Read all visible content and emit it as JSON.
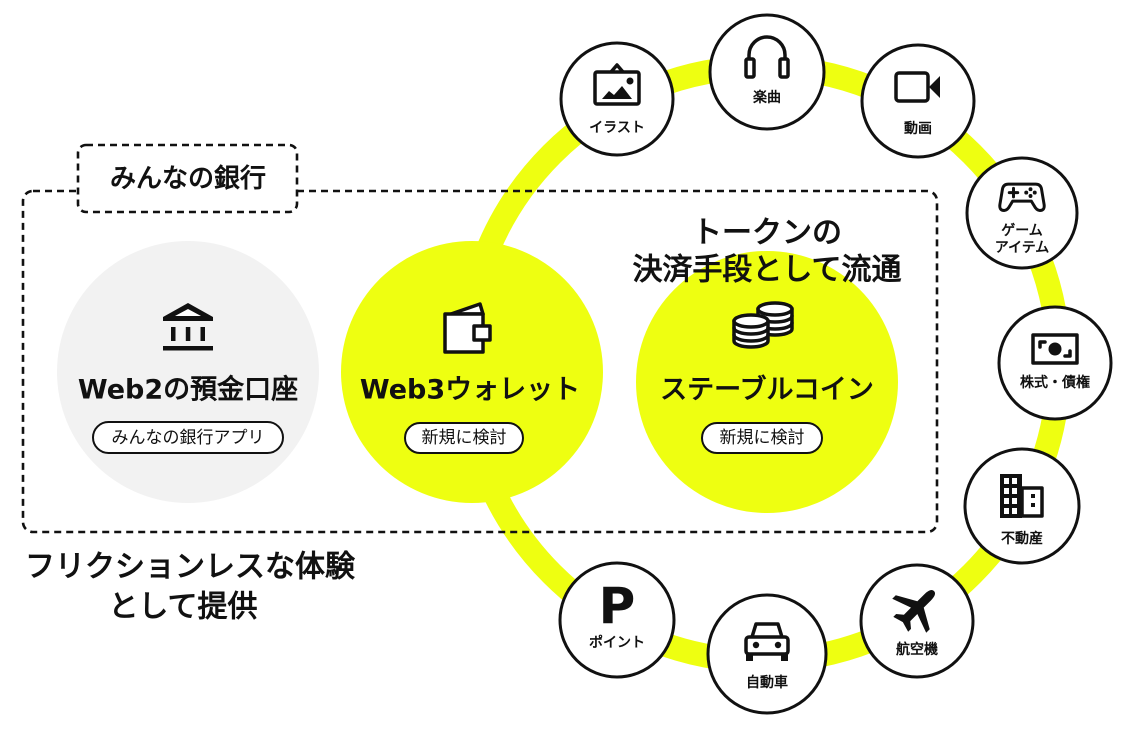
{
  "colors": {
    "accent": "#EEFF11",
    "web2_fill": "#F2F2F2",
    "ink": "#111111",
    "background": "#FFFFFF"
  },
  "bank_group": {
    "label": "みんなの銀行"
  },
  "title": {
    "line1": "トークンの",
    "line2": "決済手段として流通"
  },
  "footer": {
    "line1": "フリクションレスな体験",
    "line2": "として提供"
  },
  "nodes": [
    {
      "id": "web2",
      "icon": "bank-icon",
      "label": "Web2の預金口座",
      "badge": "みんなの銀行アプリ"
    },
    {
      "id": "web3",
      "icon": "wallet-icon",
      "label": "Web3ウォレット",
      "badge": "新規に検討"
    },
    {
      "id": "stablecoin",
      "icon": "coins-icon",
      "label": "ステーブルコイン",
      "badge": "新規に検討"
    }
  ],
  "ring_items": [
    {
      "icon": "picture-frame-icon",
      "label": "イラスト"
    },
    {
      "icon": "headphones-icon",
      "label": "楽曲"
    },
    {
      "icon": "video-camera-icon",
      "label": "動画"
    },
    {
      "icon": "gamepad-icon",
      "label_lines": [
        "ゲーム",
        "アイテム"
      ]
    },
    {
      "icon": "stock-certificate-icon",
      "label": "株式・債権"
    },
    {
      "icon": "building-icon",
      "label": "不動産"
    },
    {
      "icon": "airplane-icon",
      "label": "航空機"
    },
    {
      "icon": "car-icon",
      "label": "自動車"
    },
    {
      "icon": "point-icon",
      "glyph": "P",
      "label": "ポイント"
    }
  ]
}
